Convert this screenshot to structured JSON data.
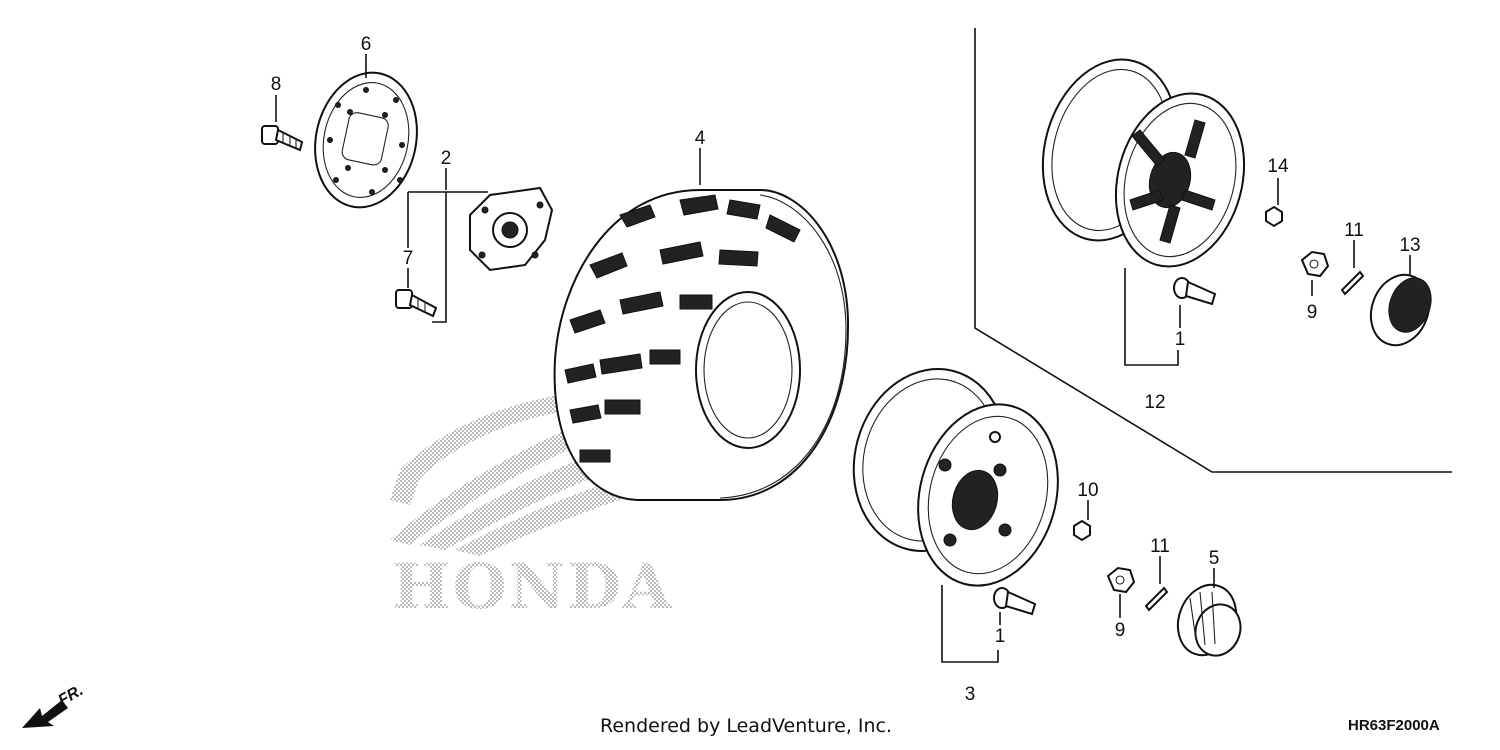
{
  "callouts": {
    "c1a": "1",
    "c1b": "1",
    "c2": "2",
    "c3": "3",
    "c4": "4",
    "c5": "5",
    "c6": "6",
    "c7": "7",
    "c8": "8",
    "c9a": "9",
    "c9b": "9",
    "c10": "10",
    "c11a": "11",
    "c11b": "11",
    "c12": "12",
    "c13": "13",
    "c14": "14"
  },
  "front_label": "FR.",
  "watermark": "HONDA",
  "footer": {
    "credit": "Rendered by LeadVenture, Inc.",
    "diagram_code": "HR63F2000A"
  }
}
